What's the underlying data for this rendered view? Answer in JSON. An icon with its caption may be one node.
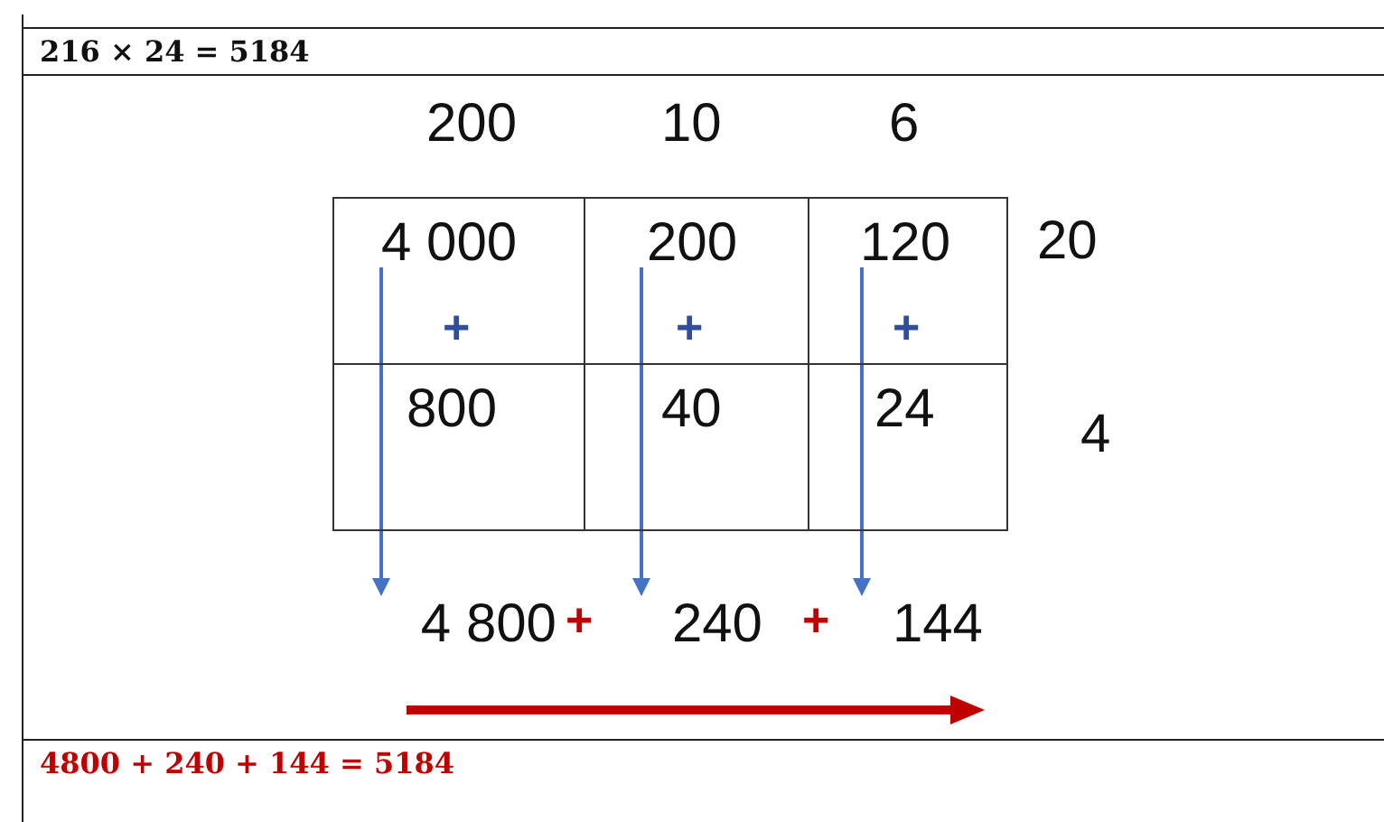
{
  "diagram": {
    "title": "216 × 24 = 5184",
    "caption": "4800 + 240 + 144 = 5184",
    "nodes": [
      {
        "text": [
          "4 000",
          "+"
        ]
      },
      {
        "text": [
          "200",
          "+"
        ]
      },
      {
        "text": [
          "120",
          "+"
        ]
      },
      {
        "text": [
          "800"
        ]
      },
      {
        "text": [
          "40"
        ]
      },
      {
        "text": [
          "24"
        ]
      },
      {
        "text": [
          "4 800"
        ]
      },
      {
        "text": [
          "240"
        ]
      },
      {
        "text": [
          "144"
        ]
      }
    ],
    "edges": [
      {
        "from": 0,
        "to": 3,
        "arrow": "none"
      },
      {
        "from": 1,
        "to": 4,
        "arrow": "none"
      },
      {
        "from": 2,
        "to": 5,
        "arrow": "none"
      },
      {
        "from": 3,
        "to": 6,
        "arrow": "to"
      },
      {
        "from": 4,
        "to": 7,
        "arrow": "to"
      },
      {
        "from": 5,
        "to": 8,
        "arrow": "to"
      }
    ],
    "labels": [
      "200",
      "10",
      "6",
      "20",
      "4",
      "+",
      "+"
    ]
  }
}
